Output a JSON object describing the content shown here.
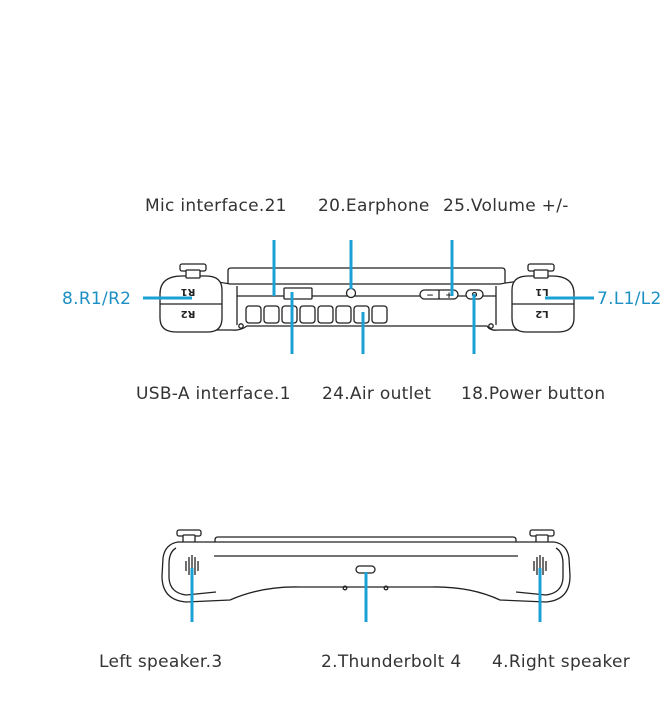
{
  "top_view": {
    "labels_above": {
      "mic": "Mic interface.21",
      "earphone": "20.Earphone",
      "volume": "25.Volume +/-"
    },
    "labels_below": {
      "usb": "USB-A interface.1",
      "air": "24.Air outlet",
      "power": "18.Power button"
    },
    "side_labels": {
      "right_triggers": "8.R1/R2",
      "left_triggers": "7.L1/L2"
    },
    "button_marks": {
      "r1": "R1",
      "r2": "R2",
      "l1": "L1",
      "l2": "L2",
      "vol_minus": "−",
      "vol_plus": "+"
    }
  },
  "bottom_view": {
    "left_speaker": "Left speaker.3",
    "thunderbolt": "2.Thunderbolt 4",
    "right_speaker": "4.Right speaker"
  },
  "colors": {
    "leader_line": "#1ba1d6",
    "side_label": "#1c8fc4",
    "text": "#333333",
    "outline": "#222222"
  }
}
